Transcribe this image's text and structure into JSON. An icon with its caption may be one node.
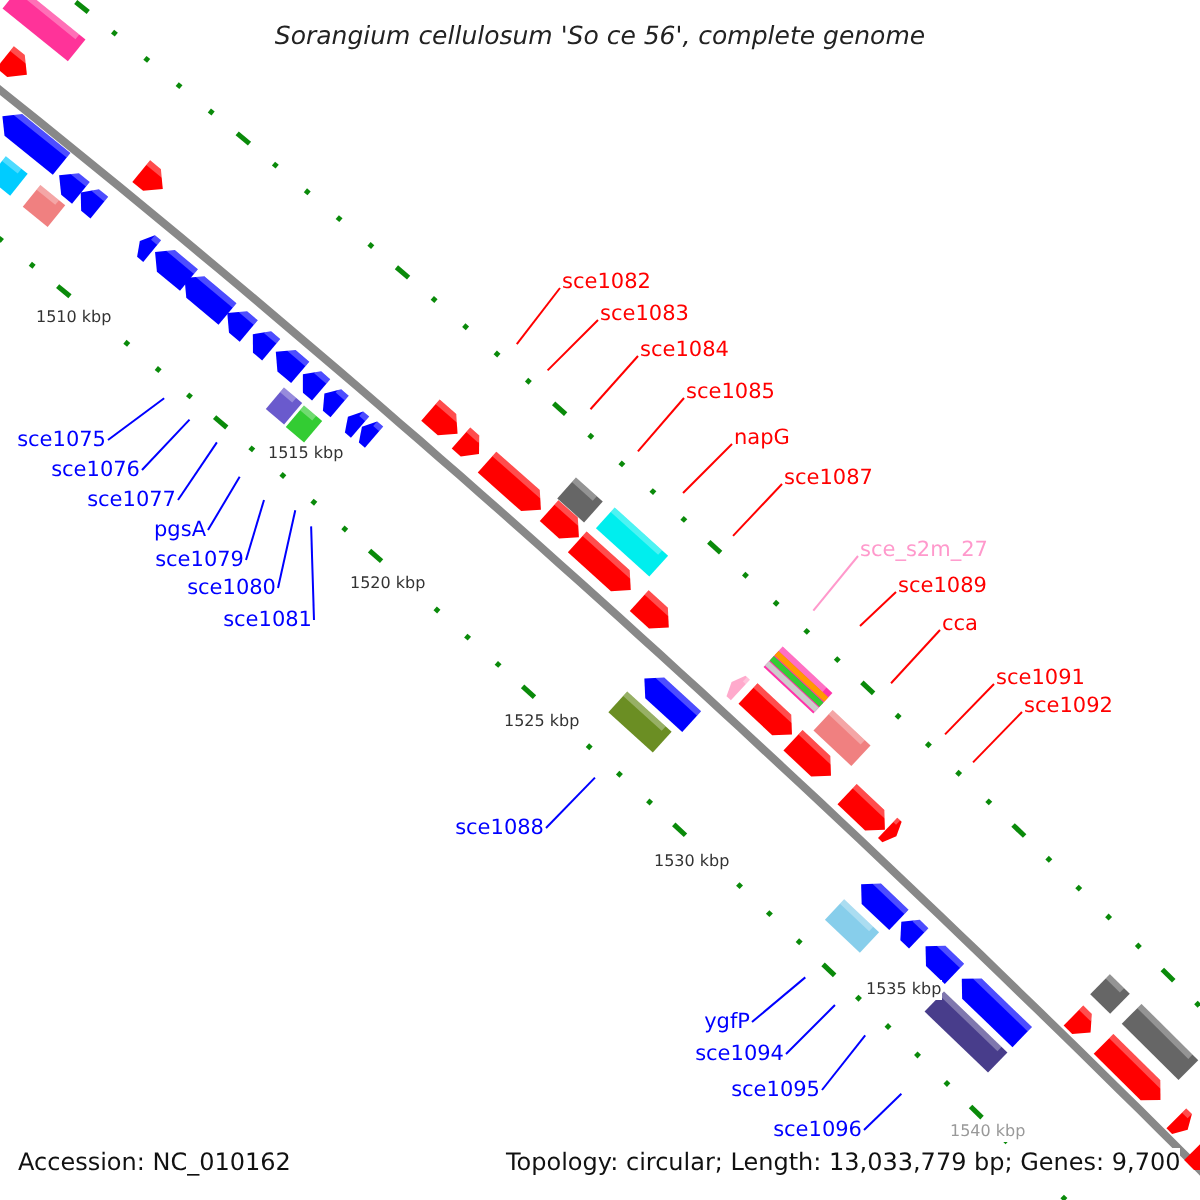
{
  "diagram": {
    "title": "Sorangium cellulosum 'So ce 56', complete genome",
    "nodes": [
      {
        "text": [
          "sce1075"
        ]
      },
      {
        "text": [
          "sce1076"
        ]
      },
      {
        "text": [
          "sce1077"
        ]
      },
      {
        "text": [
          "pgsA"
        ]
      },
      {
        "text": [
          "sce1079"
        ]
      },
      {
        "text": [
          "sce1080"
        ]
      },
      {
        "text": [
          "sce1081"
        ]
      },
      {
        "text": [
          "sce1082"
        ]
      },
      {
        "text": [
          "sce1083"
        ]
      },
      {
        "text": [
          "sce1084"
        ]
      },
      {
        "text": [
          "sce1085"
        ]
      },
      {
        "text": [
          "napG"
        ]
      },
      {
        "text": [
          "sce1087"
        ]
      },
      {
        "text": [
          "sce_s2m_27"
        ]
      },
      {
        "text": [
          "sce1089"
        ]
      },
      {
        "text": [
          "cca"
        ]
      },
      {
        "text": [
          "sce1091"
        ]
      },
      {
        "text": [
          "sce1092"
        ]
      },
      {
        "text": [
          "sce1088"
        ]
      },
      {
        "text": [
          "ygfP"
        ]
      },
      {
        "text": [
          "sce1094"
        ]
      },
      {
        "text": [
          "sce1095"
        ]
      },
      {
        "text": [
          "sce1096"
        ]
      }
    ],
    "edges": [
      {
        "from": 0,
        "to": null,
        "arrow": "none"
      },
      {
        "from": 1,
        "to": null,
        "arrow": "none"
      },
      {
        "from": 2,
        "to": null,
        "arrow": "none"
      },
      {
        "from": 3,
        "to": null,
        "arrow": "none"
      },
      {
        "from": 4,
        "to": null,
        "arrow": "none"
      },
      {
        "from": 5,
        "to": null,
        "arrow": "none"
      },
      {
        "from": 6,
        "to": null,
        "arrow": "none"
      },
      {
        "from": 7,
        "to": null,
        "arrow": "none",
        "color": "#ff0000"
      },
      {
        "from": 8,
        "to": null,
        "arrow": "none",
        "color": "#ff0000"
      },
      {
        "from": 9,
        "to": null,
        "arrow": "none",
        "color": "#ff0000"
      },
      {
        "from": 10,
        "to": null,
        "arrow": "none",
        "color": "#ff0000"
      },
      {
        "from": 11,
        "to": null,
        "arrow": "none",
        "color": "#ff0000"
      },
      {
        "from": 12,
        "to": null,
        "arrow": "none",
        "color": "#ff0000"
      },
      {
        "from": 13,
        "to": null,
        "arrow": "none",
        "color": "#ff99cc"
      },
      {
        "from": 14,
        "to": null,
        "arrow": "none",
        "color": "#ff0000"
      },
      {
        "from": 15,
        "to": null,
        "arrow": "none",
        "color": "#ff0000"
      },
      {
        "from": 16,
        "to": null,
        "arrow": "none",
        "color": "#ff0000"
      },
      {
        "from": 17,
        "to": null,
        "arrow": "none",
        "color": "#ff0000"
      },
      {
        "from": 18,
        "to": null,
        "arrow": "none"
      },
      {
        "from": 19,
        "to": null,
        "arrow": "none"
      },
      {
        "from": 20,
        "to": null,
        "arrow": "none"
      },
      {
        "from": 21,
        "to": null,
        "arrow": "none"
      },
      {
        "from": 22,
        "to": null,
        "arrow": "none"
      }
    ],
    "labels": [
      "1510 kbp",
      "1515 kbp",
      "1520 kbp",
      "1525 kbp",
      "1530 kbp",
      "1535 kbp",
      "1540 kbp",
      "Accession: NC_010162",
      "Topology: circular; Length: 13,033,779 bp; Genes: 9,700"
    ]
  }
}
